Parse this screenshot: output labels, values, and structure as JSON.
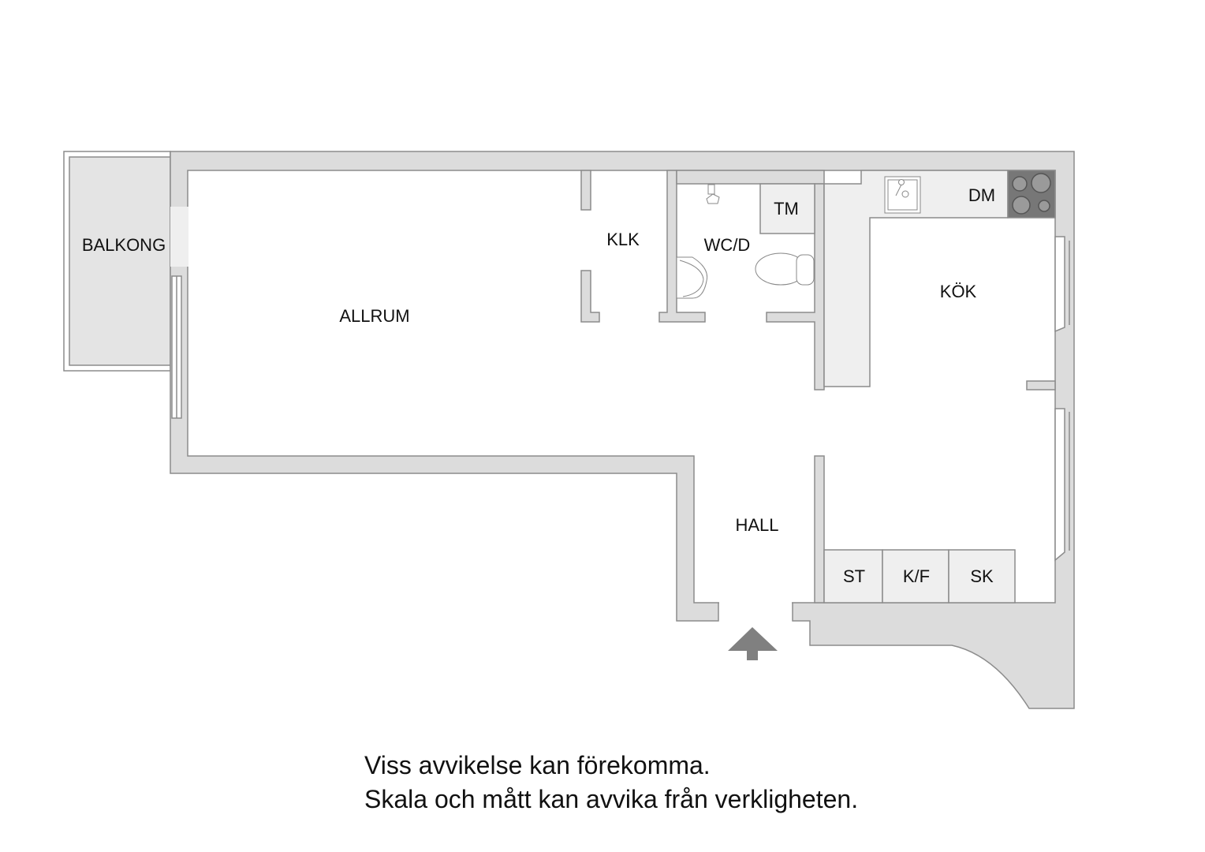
{
  "rooms": {
    "balkong": "BALKONG",
    "allrum": "ALLRUM",
    "klk": "KLK",
    "wcd": "WC/D",
    "tm": "TM",
    "dm": "DM",
    "kok": "KÖK",
    "hall": "HALL",
    "st": "ST",
    "kf": "K/F",
    "sk": "SK"
  },
  "icons": {
    "entrance": "entrance-arrow-icon"
  },
  "colors": {
    "wall": "#dcdcdc",
    "stroke": "#8c8c8c",
    "fixture": "#efefef",
    "stove": "#777777",
    "arrow": "#808080"
  },
  "footer": {
    "line1": "Viss avvikelse kan förekomma.",
    "line2": "Skala och mått kan avvika från verkligheten."
  }
}
